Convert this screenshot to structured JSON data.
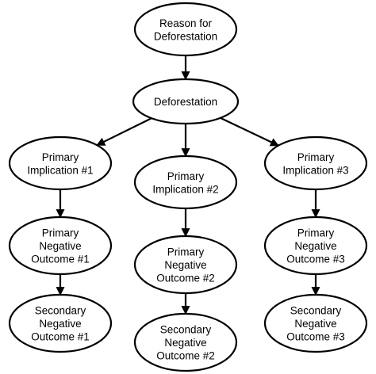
{
  "nodes": {
    "reason": [
      "Reason for",
      "Deforestation"
    ],
    "deforestation": [
      "Deforestation"
    ],
    "primary_implication_1": [
      "Primary",
      "Implication #1"
    ],
    "primary_implication_2": [
      "Primary",
      "Implication #2"
    ],
    "primary_implication_3": [
      "Primary",
      "Implication #3"
    ],
    "primary_negative_outcome_1": [
      "Primary",
      "Negative",
      "Outcome #1"
    ],
    "primary_negative_outcome_2": [
      "Primary",
      "Negative",
      "Outcome #2"
    ],
    "primary_negative_outcome_3": [
      "Primary",
      "Negative",
      "Outcome #3"
    ],
    "secondary_negative_outcome_1": [
      "Secondary",
      "Negative",
      "Outcome #1"
    ],
    "secondary_negative_outcome_2": [
      "Secondary",
      "Negative",
      "Outcome #2"
    ],
    "secondary_negative_outcome_3": [
      "Secondary",
      "Negative",
      "Outcome #3"
    ]
  },
  "edges": [
    [
      "reason",
      "deforestation"
    ],
    [
      "deforestation",
      "primary_implication_1"
    ],
    [
      "deforestation",
      "primary_implication_2"
    ],
    [
      "deforestation",
      "primary_implication_3"
    ],
    [
      "primary_implication_1",
      "primary_negative_outcome_1"
    ],
    [
      "primary_implication_2",
      "primary_negative_outcome_2"
    ],
    [
      "primary_implication_3",
      "primary_negative_outcome_3"
    ],
    [
      "primary_negative_outcome_1",
      "secondary_negative_outcome_1"
    ],
    [
      "primary_negative_outcome_2",
      "secondary_negative_outcome_2"
    ],
    [
      "primary_negative_outcome_3",
      "secondary_negative_outcome_3"
    ]
  ]
}
